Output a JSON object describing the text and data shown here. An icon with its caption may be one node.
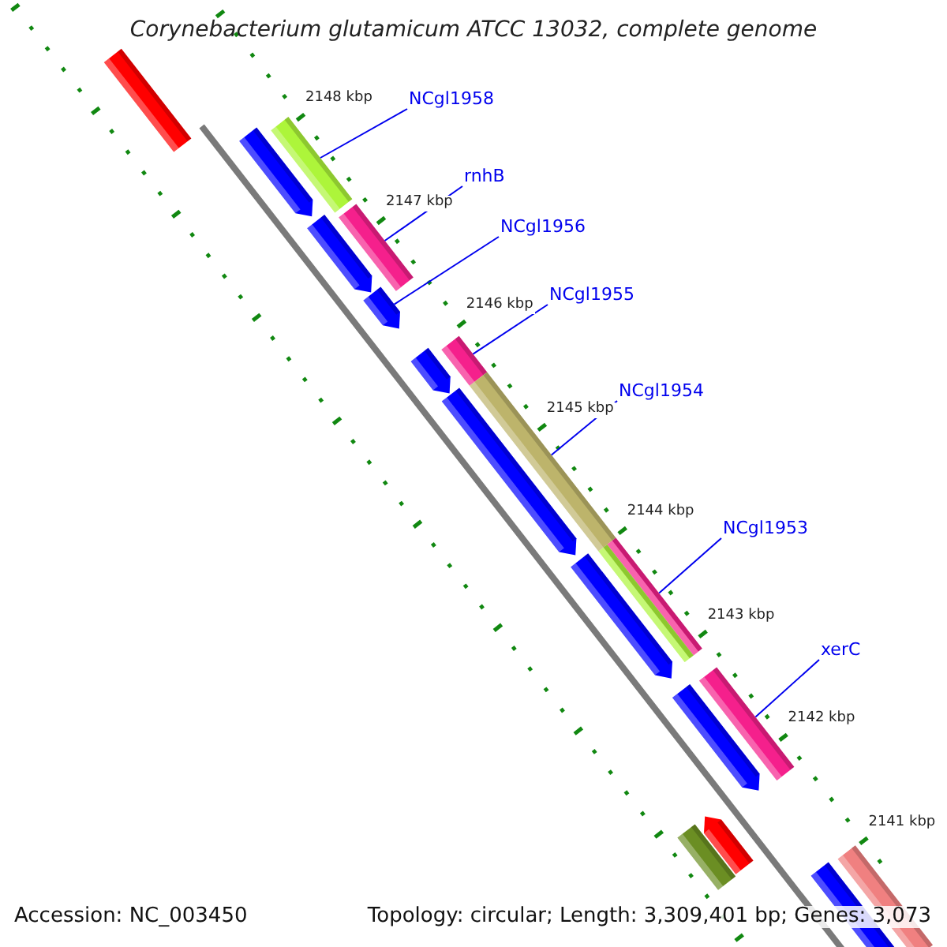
{
  "diagram": {
    "title": "Corynebacterium glutamicum ATCC 13032, complete genome",
    "nodes": [
      {
        "text": [
          "NCgl1958"
        ]
      },
      {
        "text": [
          "rnhB"
        ]
      },
      {
        "text": [
          "NCgl1956"
        ]
      },
      {
        "text": [
          "NCgl1955"
        ]
      },
      {
        "text": [
          "NCgl1954"
        ]
      },
      {
        "text": [
          "NCgl1953"
        ]
      },
      {
        "text": [
          "xerC"
        ]
      },
      {
        "text": [],
        "shape": "bar"
      },
      {
        "text": [],
        "shape": "bar"
      },
      {
        "text": [],
        "shape": "bar"
      },
      {
        "text": [],
        "shape": "bar"
      },
      {
        "text": [],
        "shape": "bar"
      },
      {
        "text": [],
        "shape": "bar"
      },
      {
        "text": [],
        "shape": "bar"
      },
      {
        "text": [],
        "shape": "bar"
      },
      {
        "text": [],
        "shape": "bar"
      },
      {
        "text": [],
        "shape": "bar"
      },
      {
        "text": [],
        "shape": "bar"
      },
      {
        "text": [],
        "shape": "bar"
      },
      {
        "text": [],
        "shape": "bar"
      },
      {
        "text": [],
        "shape": "bar"
      },
      {
        "text": [],
        "shape": "bar"
      },
      {
        "text": [],
        "shape": "bar"
      },
      {
        "text": [],
        "shape": "bar"
      },
      {
        "text": [],
        "shape": "bar"
      }
    ],
    "edges": [
      {
        "from": 0,
        "to": 9,
        "arrow": "none"
      },
      {
        "from": 1,
        "to": 11,
        "arrow": "none"
      },
      {
        "from": 2,
        "to": 12,
        "arrow": "none"
      },
      {
        "from": 3,
        "to": 14,
        "arrow": "none"
      },
      {
        "from": 4,
        "to": 16,
        "arrow": "none"
      },
      {
        "from": 5,
        "to": 18,
        "arrow": "none"
      },
      {
        "from": 6,
        "to": 20,
        "arrow": "none"
      }
    ],
    "labels": [
      "2148 kbp",
      "2147 kbp",
      "2146 kbp",
      "2145 kbp",
      "2144 kbp",
      "2143 kbp",
      "2142 kbp",
      "2141 kbp",
      "Accession: NC_003450",
      "Topology: circular; Length: 3,309,401 bp; Genes: 3,073"
    ]
  }
}
